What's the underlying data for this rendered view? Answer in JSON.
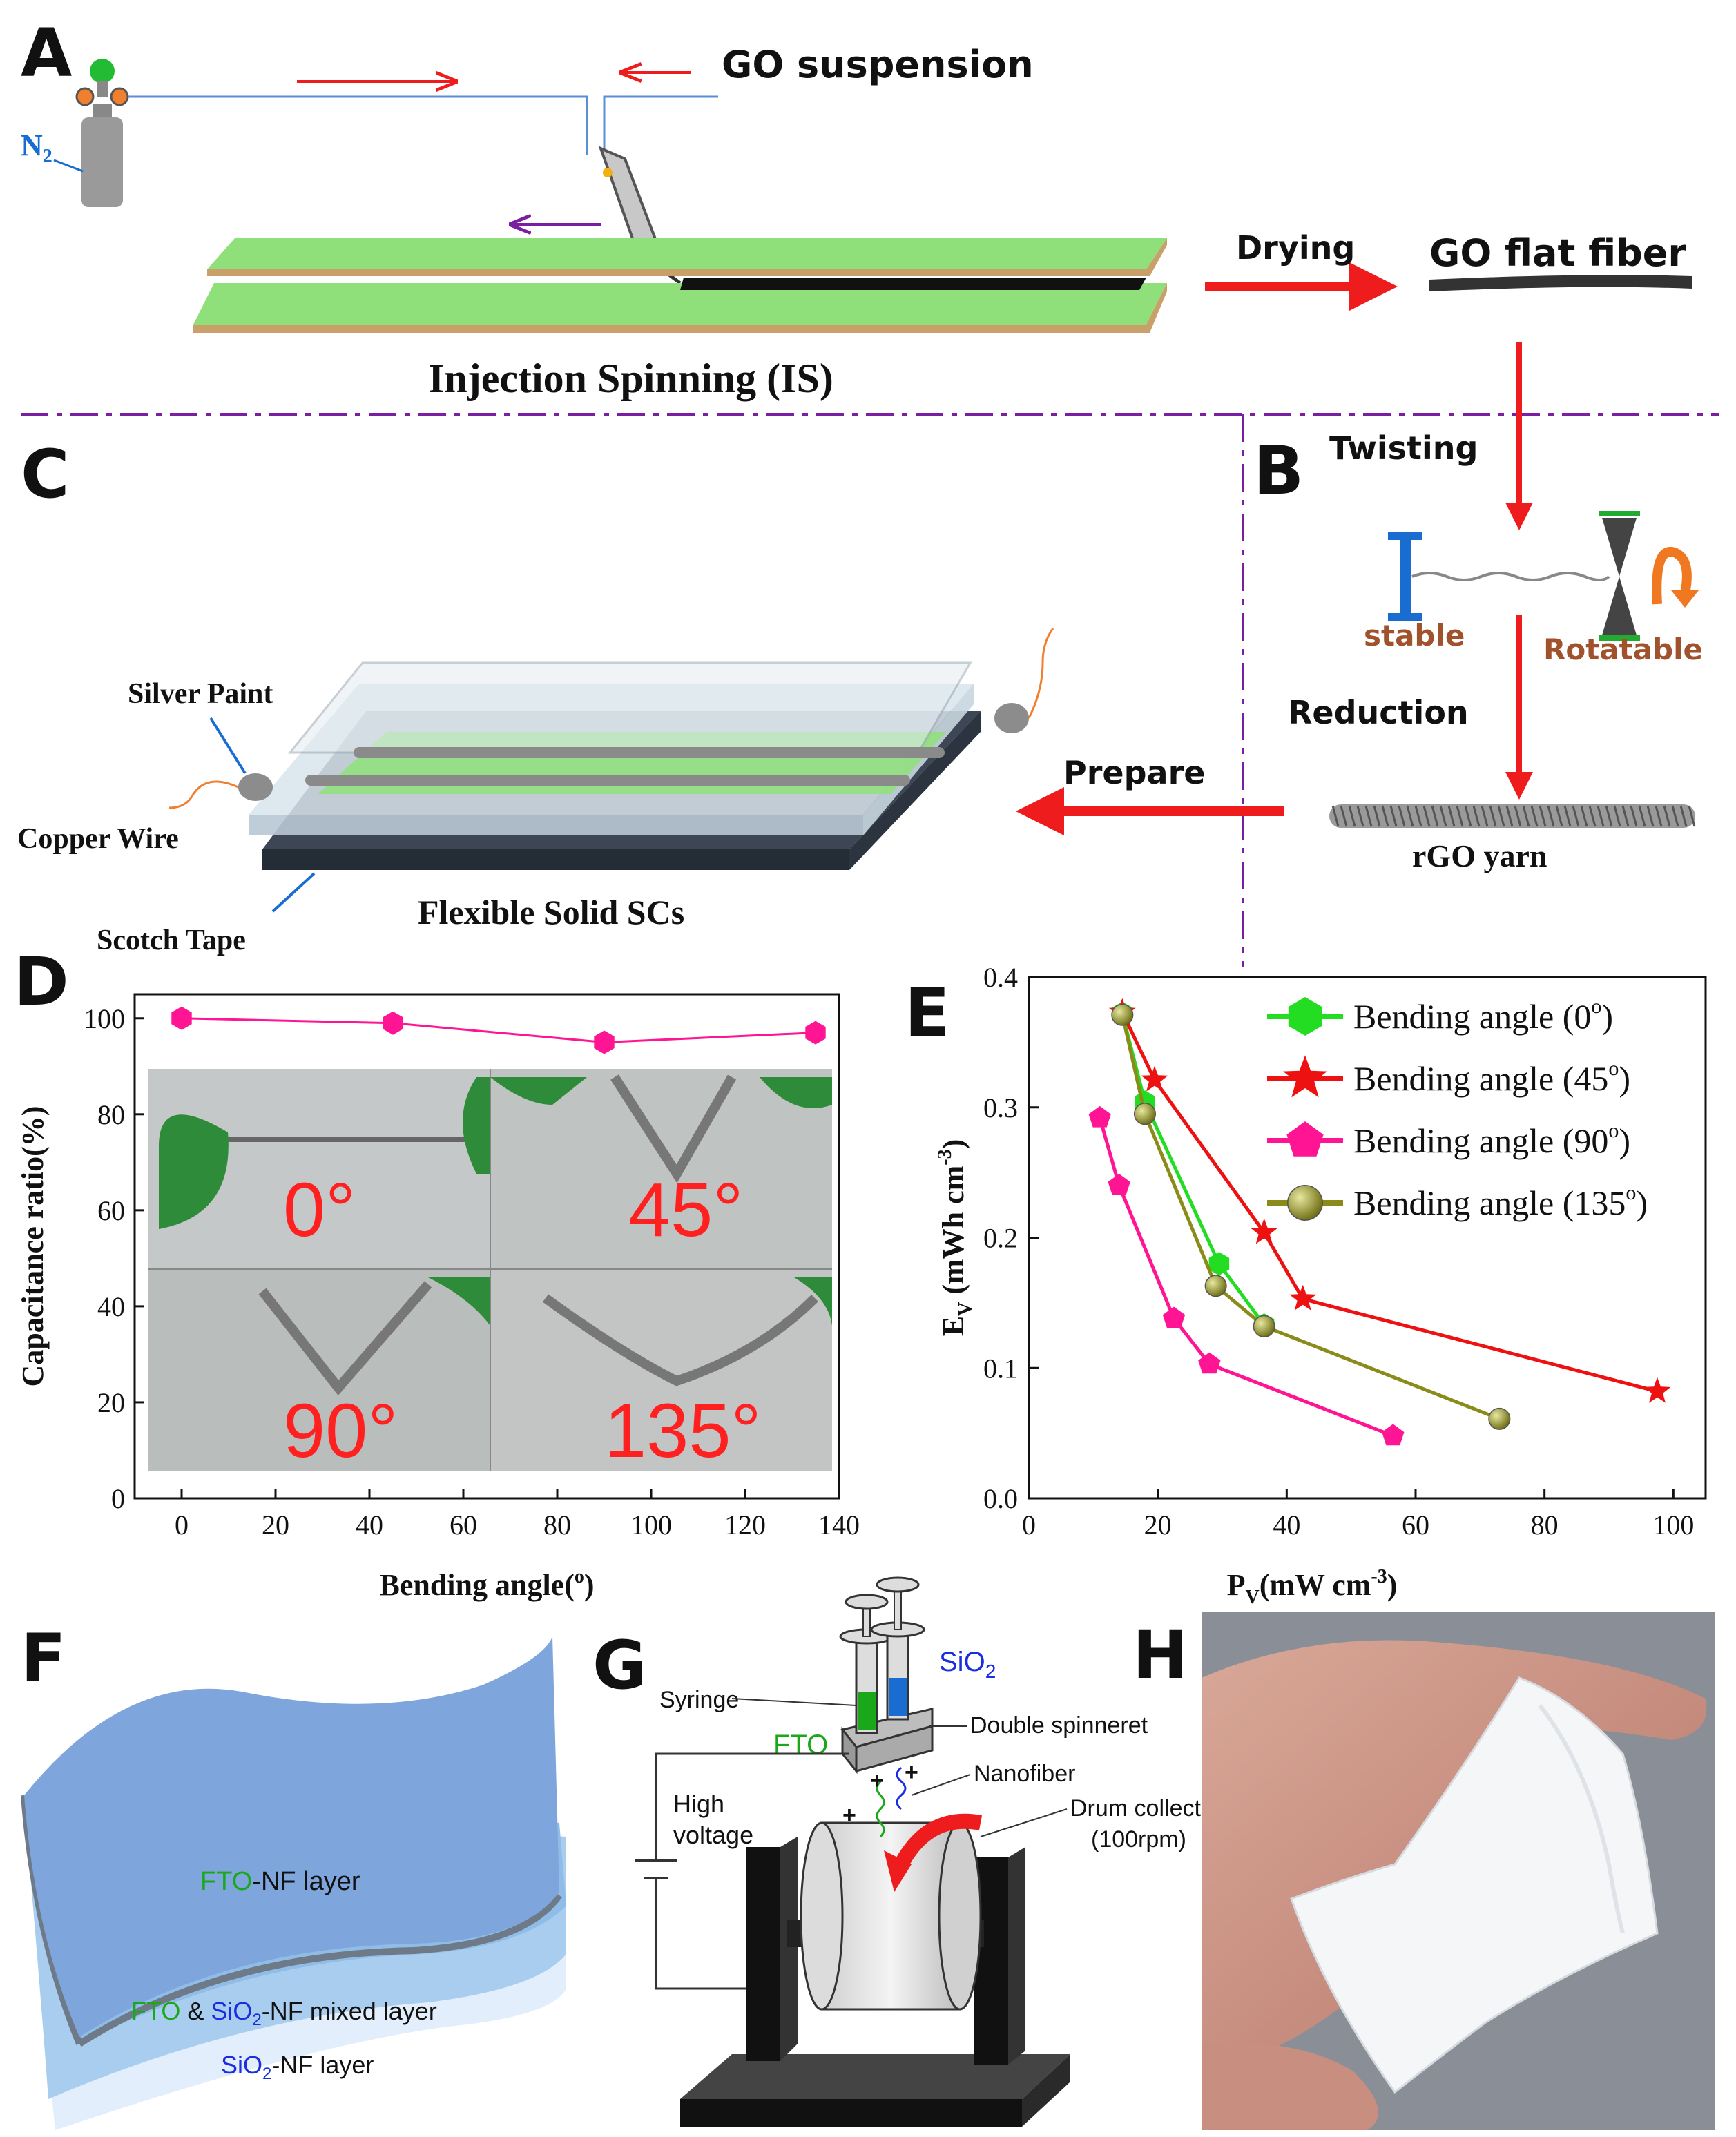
{
  "panels": {
    "A": {
      "letter": "A",
      "gas_label": "N",
      "gas_sub": "2",
      "suspension_label": "GO suspension",
      "title": "Injection Spinning (IS)",
      "drying_label": "Drying",
      "product_label": "GO flat fiber"
    },
    "B": {
      "letter": "B",
      "twisting_label": "Twisting",
      "stable_label": "stable",
      "rotatable_label": "Rotatable",
      "reduction_label": "Reduction",
      "yarn_label": "rGO yarn"
    },
    "C": {
      "letter": "C",
      "prepare_label": "Prepare",
      "silver_label": "Silver Paint",
      "copper_label": "Copper Wire",
      "tape_label": "Scotch Tape",
      "title": "Flexible Solid SCs"
    },
    "D": {
      "letter": "D"
    },
    "E": {
      "letter": "E"
    },
    "F": {
      "letter": "F",
      "top_layer_prefix": "FTO",
      "top_layer_suffix": "-NF layer",
      "mid_layer_a": "FTO",
      "mid_layer_amp": " & ",
      "mid_layer_b": "SiO",
      "mid_layer_b_sub": "2",
      "mid_layer_suffix": "-NF mixed layer",
      "bottom_layer_prefix": "SiO",
      "bottom_layer_sub": "2",
      "bottom_layer_suffix": "-NF layer"
    },
    "G": {
      "letter": "G",
      "sio2": "SiO",
      "sio2_sub": "2",
      "syringe": "Syringe",
      "fto": "FTO",
      "spinneret": "Double spinneret",
      "nanofiber": "Nanofiber",
      "high": "High",
      "voltage": "voltage",
      "drum": "Drum collector",
      "rpm": "(100rpm)",
      "plus1": "+",
      "plus2": "+",
      "plus3": "+"
    },
    "H": {
      "letter": "H"
    }
  },
  "colors": {
    "arrow_red": "#ee1c1c",
    "purple": "#7a1fa2",
    "green_strip": "#8fe07a",
    "fto_green": "#1aa81a",
    "sio2_blue": "#1a2ee0",
    "layer_blue": "#7fa6de",
    "magenta": "#ff1493",
    "olive": "#8b8b1a",
    "series_green": "#22dd22",
    "series_red": "#ee1111"
  },
  "chart_data": [
    {
      "type": "line",
      "panel": "D",
      "xlabel": "Bending angle(",
      "xlabel_sup": "o",
      "xlabel_end": ")",
      "ylabel": "Capacitance ratio(%)",
      "xlim": [
        -10,
        140
      ],
      "ylim": [
        0,
        105
      ],
      "xticks": [
        0,
        20,
        40,
        60,
        80,
        100,
        120,
        140
      ],
      "yticks": [
        0,
        20,
        40,
        60,
        80,
        100
      ],
      "series": [
        {
          "x": [
            0,
            45,
            90,
            135
          ],
          "y": [
            100,
            99,
            95,
            97
          ],
          "color": "#ff1493",
          "marker": "hexagon"
        }
      ],
      "inset_labels": [
        "0°",
        "45°",
        "90°",
        "135°"
      ]
    },
    {
      "type": "line",
      "panel": "E",
      "xlabel": "P",
      "xlabel_sub": "V",
      "xlabel_end": "(mW cm",
      "xlabel_sup": "-3",
      "xlabel_close": ")",
      "ylabel": "E",
      "ylabel_sub": "V",
      "ylabel_end": " (mWh cm",
      "ylabel_sup": "-3",
      "ylabel_close": ")",
      "xlim": [
        0,
        105
      ],
      "ylim": [
        0,
        0.4
      ],
      "xticks": [
        0,
        20,
        40,
        60,
        80,
        100
      ],
      "yticks": [
        0.0,
        0.1,
        0.2,
        0.3,
        0.4
      ],
      "ytick_labels": [
        "0.0",
        "0.1",
        "0.2",
        "0.3",
        "0.4"
      ],
      "legend_position": "top-right",
      "series": [
        {
          "name": "Bending angle (0",
          "name_sup": "o",
          "name_end": ")",
          "color": "#22dd22",
          "marker": "hexagon",
          "x": [
            14.5,
            18,
            29.5,
            36.5
          ],
          "y": [
            0.372,
            0.304,
            0.18,
            0.133
          ]
        },
        {
          "name": "Bending angle (45",
          "name_sup": "o",
          "name_end": ")",
          "color": "#ee1111",
          "marker": "star",
          "x": [
            14.5,
            19.5,
            36.5,
            42.5,
            97.5
          ],
          "y": [
            0.373,
            0.321,
            0.204,
            0.153,
            0.082
          ]
        },
        {
          "name": "Bending angle (90",
          "name_sup": "o",
          "name_end": ")",
          "color": "#ff1493",
          "marker": "pentagon",
          "x": [
            11,
            14,
            22.5,
            28,
            56.5
          ],
          "y": [
            0.292,
            0.24,
            0.138,
            0.103,
            0.048
          ]
        },
        {
          "name": "Bending angle (135",
          "name_sup": "o",
          "name_end": ")",
          "color": "#8b8b1a",
          "marker": "sphere",
          "x": [
            14.5,
            18,
            29,
            36.5,
            73
          ],
          "y": [
            0.371,
            0.295,
            0.163,
            0.132,
            0.061
          ]
        }
      ]
    }
  ]
}
